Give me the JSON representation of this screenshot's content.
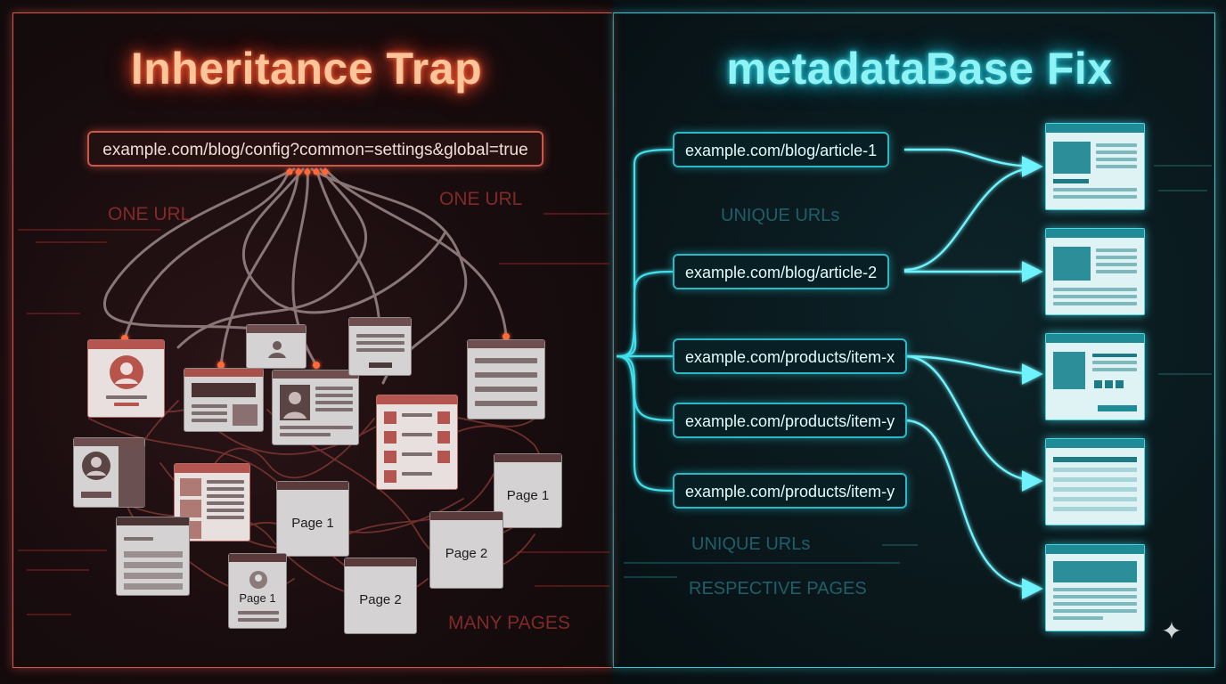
{
  "left": {
    "title": "Inheritance Trap",
    "url": "example.com/blog/config?common=settings&global=true",
    "labels": {
      "one_url_a": "ONE URL",
      "one_url_b": "ONE URL",
      "many_pages": "MANY PAGES"
    },
    "page_cards": [
      "Page 1",
      "Page 1",
      "Page 2",
      "Page 1",
      "Page 2"
    ]
  },
  "right": {
    "title": "metadataBase Fix",
    "urls": [
      "example.com/blog/article-1",
      "example.com/blog/article-2",
      "example.com/products/item-x",
      "example.com/products/item-y",
      "example.com/products/item-y"
    ],
    "labels": {
      "unique_urls_a": "UNIQUE URLs",
      "unique_urls_b": "UNIQUE URLs",
      "respective_pages": "RESPECTIVE PAGES"
    }
  },
  "colors": {
    "trap_accent": "#d9544a",
    "fix_accent": "#36c9d6"
  },
  "icons": [
    "sparkle-icon",
    "user-avatar-icon"
  ]
}
